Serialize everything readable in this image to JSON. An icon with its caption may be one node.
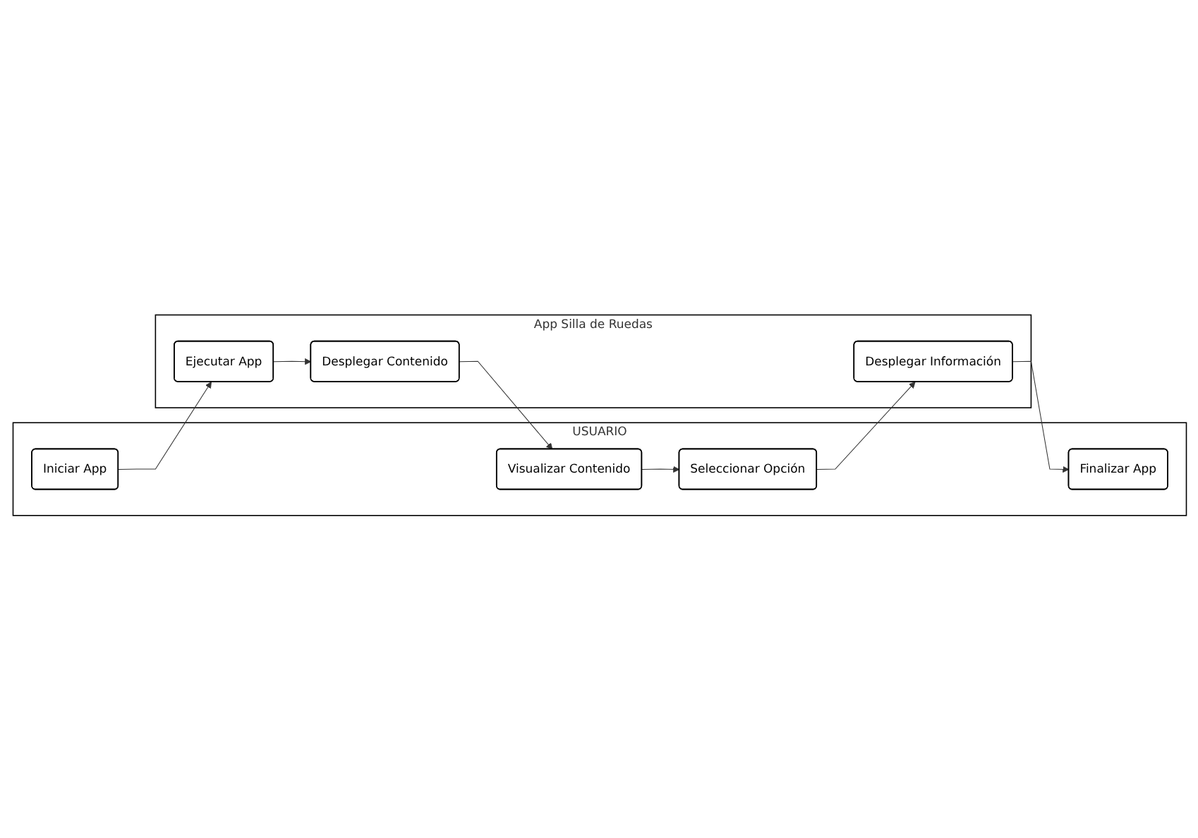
{
  "diagram": {
    "nodes": [
      {
        "text": [
          "USUARIO"
        ]
      },
      {
        "text": [
          "Iniciar App"
        ],
        "in": 0
      },
      {
        "text": [
          "Visualizar Contenido"
        ],
        "in": 0
      },
      {
        "text": [
          "Seleccionar Opción"
        ],
        "in": 0
      },
      {
        "text": [
          "Finalizar App"
        ],
        "in": 0
      },
      {
        "text": [
          "App Silla de Ruedas"
        ]
      },
      {
        "text": [
          "Ejecutar App"
        ],
        "in": 5
      },
      {
        "text": [
          "Desplegar Contenido"
        ],
        "in": 5
      },
      {
        "text": [
          "Desplegar Información"
        ],
        "in": 5
      }
    ],
    "edges": [
      {
        "from": 1,
        "to": 6,
        "arrow": "to"
      },
      {
        "from": 6,
        "to": 7,
        "arrow": "to"
      },
      {
        "from": 7,
        "to": 2,
        "arrow": "to"
      },
      {
        "from": 2,
        "to": 3,
        "arrow": "to"
      },
      {
        "from": 3,
        "to": 8,
        "arrow": "to"
      },
      {
        "from": 8,
        "to": 4,
        "arrow": "to"
      }
    ]
  }
}
